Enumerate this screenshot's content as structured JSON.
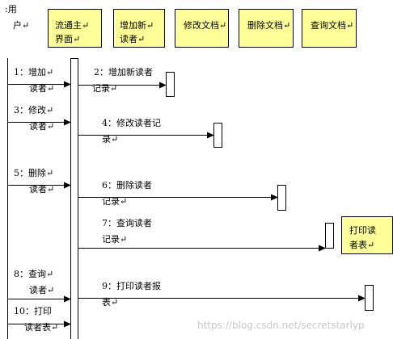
{
  "actors": {
    "user": {
      "line1": ":用",
      "line2": "户↵"
    },
    "objects": [
      {
        "line1": "流通主↵",
        "line2": "界面↵"
      },
      {
        "line1": "增加新↵",
        "line2": "读者↵"
      },
      {
        "line1": "修改文档↵",
        "line2": ""
      },
      {
        "line1": "删除文档↵",
        "line2": ""
      },
      {
        "line1": "查询文档↵",
        "line2": ""
      }
    ]
  },
  "messages": [
    {
      "line1": "1：增加↵",
      "line2": "读者↵"
    },
    {
      "line1": "2：增加新读者",
      "line2": "记录↵"
    },
    {
      "line1": "3：修改↵",
      "line2": "读者↵"
    },
    {
      "line1": "4：修改读者记",
      "line2": "录↵"
    },
    {
      "line1": "5：删除↵",
      "line2": "读者↵"
    },
    {
      "line1": "6：删除读者",
      "line2": "记录↵"
    },
    {
      "line1": "7：查询读者",
      "line2": "记录↵"
    },
    {
      "line1": "8：查询↵",
      "line2": "读者↵"
    },
    {
      "line1": "9：打印读者报",
      "line2": "表↵"
    },
    {
      "line1": "10：打印",
      "line2": "读者表↵"
    }
  ],
  "print_table": {
    "line1": "打印读",
    "line2": "者表↵"
  },
  "watermark": "https://blog.csdn.net/secretstarlyp"
}
